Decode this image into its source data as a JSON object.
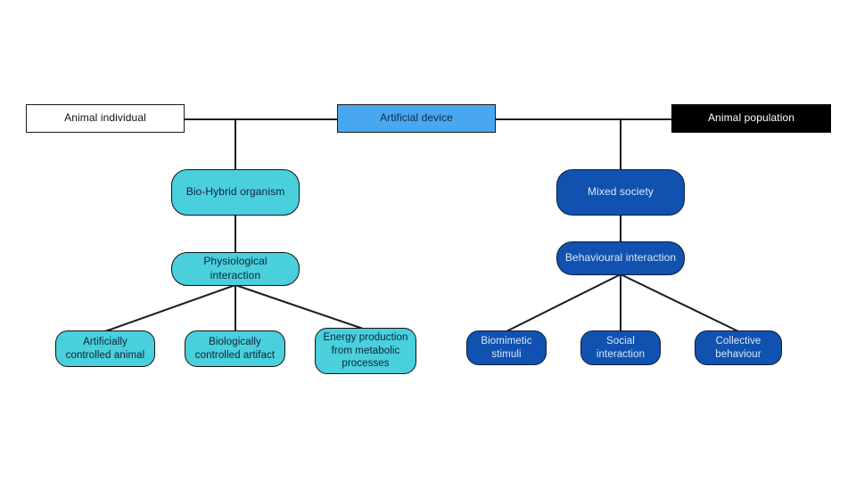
{
  "diagram": {
    "colors": {
      "cyan_box": "#4ACFDC",
      "light_blue_box": "#49A7F0",
      "dark_blue_box": "#1152B0",
      "black_box": "#000000",
      "white_box": "#FFFFFF",
      "edge_line": "#1A1A1A",
      "dark_text": "#0D2438",
      "light_text": "#DCE9F8"
    },
    "top_row": [
      {
        "id": "animal-individual",
        "label": "Animal individual"
      },
      {
        "id": "artificial-device",
        "label": "Artificial device"
      },
      {
        "id": "animal-population",
        "label": "Animal population"
      }
    ],
    "left_branch": {
      "level1": {
        "label": "Bio-Hybrid organism"
      },
      "level2": {
        "label": "Physiological interaction"
      },
      "leaves": [
        {
          "label": "Artificially controlled animal"
        },
        {
          "label": "Biologically controlled artifact"
        },
        {
          "label": "Energy production from metabolic processes"
        }
      ]
    },
    "right_branch": {
      "level1": {
        "label": "Mixed society"
      },
      "level2": {
        "label": "Behavioural interaction"
      },
      "leaves": [
        {
          "label": "Biomimetic stimuli"
        },
        {
          "label": "Social interaction"
        },
        {
          "label": "Collective behaviour"
        }
      ]
    }
  }
}
